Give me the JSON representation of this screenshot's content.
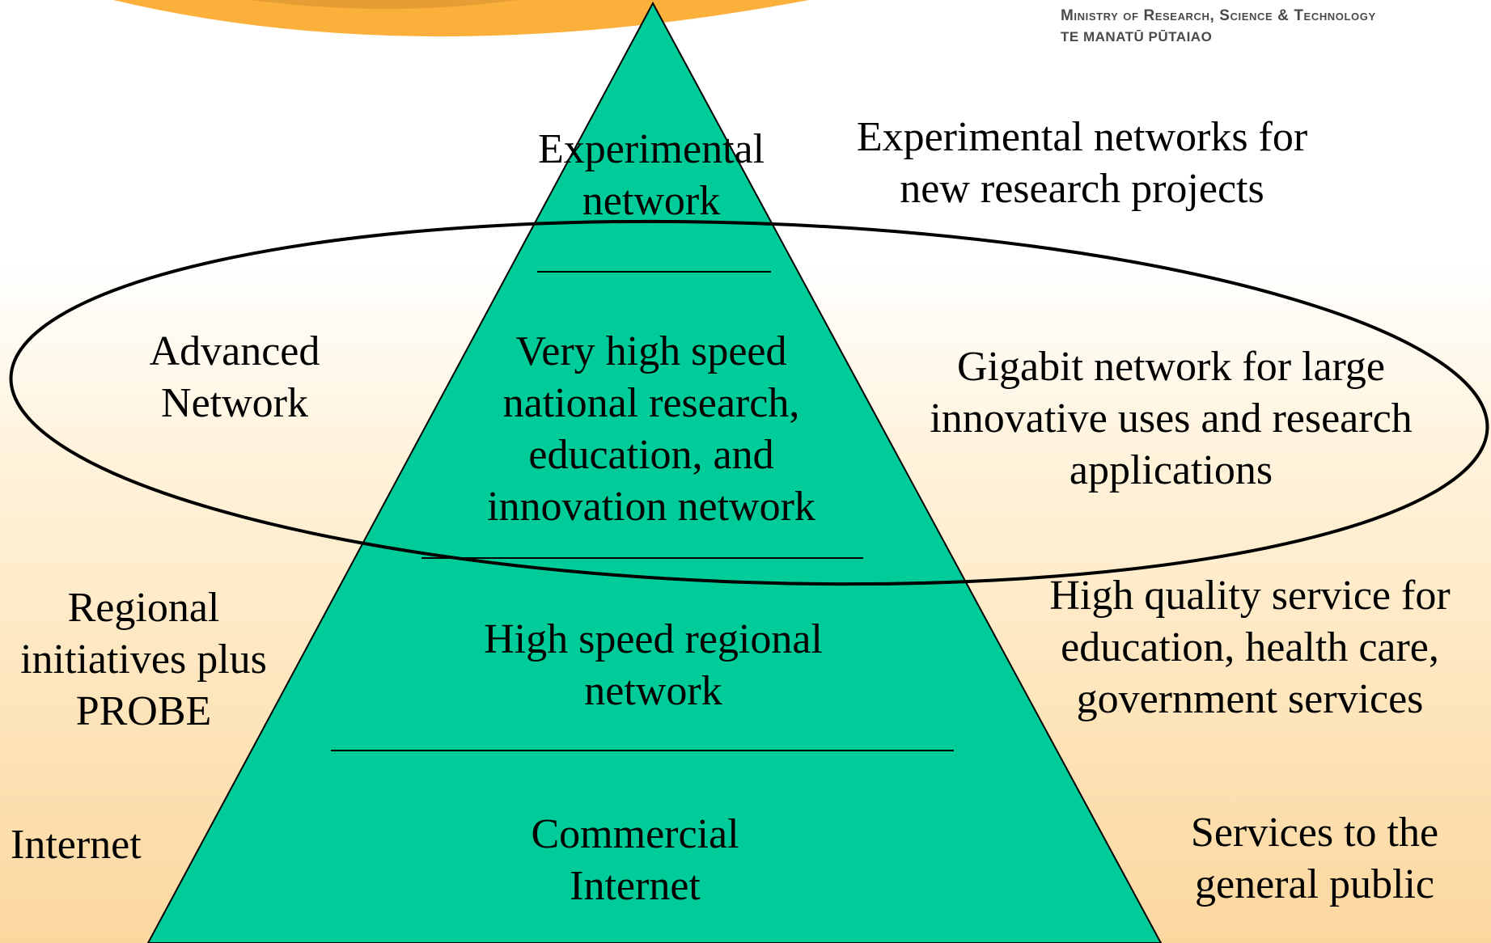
{
  "header": {
    "ministry_line1": "Ministry of Research, Science & Technology",
    "ministry_line2": "TE MANATŪ PŪTAIAO"
  },
  "pyramid": {
    "tiers": [
      {
        "label": "Experimental\nnetwork"
      },
      {
        "label": "Very high speed\nnational research,\neducation, and\ninnovation network"
      },
      {
        "label": "High speed regional\nnetwork"
      },
      {
        "label": "Commercial\nInternet"
      }
    ]
  },
  "left_labels": [
    {
      "label": "Advanced\nNetwork"
    },
    {
      "label": "Regional\ninitiatives plus\nPROBE"
    },
    {
      "label": "Internet"
    }
  ],
  "right_labels": [
    {
      "label": "Experimental networks for\nnew research projects"
    },
    {
      "label": "Gigabit network for large\ninnovative uses and research\napplications"
    },
    {
      "label": "High quality service for\neducation, health care,\ngovernment services"
    },
    {
      "label": "Services to the\ngeneral public"
    }
  ],
  "colors": {
    "pyramid_fill": "#00cc99",
    "header_arc": "#fbb03b",
    "ellipse_stroke": "#000000"
  }
}
